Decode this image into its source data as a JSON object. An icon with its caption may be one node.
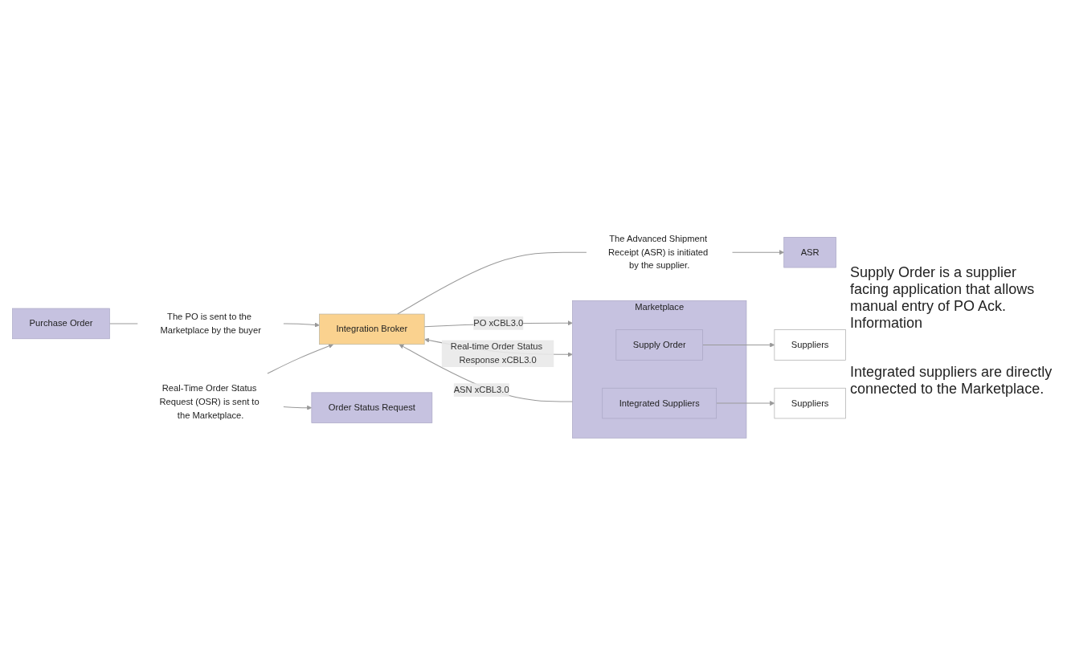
{
  "diagram": {
    "nodes": [
      {
        "text": [
          "Purchase Order"
        ]
      },
      {
        "text": [
          "The PO is sent to the Marketplace by the buyer"
        ]
      },
      {
        "text": [
          "Integration Broker"
        ]
      },
      {
        "text": [
          "Real-Time Order Status Request (OSR) is sent to the Marketplace."
        ]
      },
      {
        "text": [
          "Order Status Request"
        ]
      },
      {
        "text": [
          "ASR"
        ]
      },
      {
        "text": [
          "The Advanced Shipment Receipt (ASR) is initiated by the supplier."
        ]
      },
      {
        "text": [
          "Marketplace"
        ]
      },
      {
        "text": [
          "Supply Order"
        ],
        "in": 7
      },
      {
        "text": [
          "Integrated Suppliers"
        ],
        "in": 7
      },
      {
        "text": [
          "Suppliers"
        ]
      },
      {
        "text": [
          "Suppliers"
        ]
      }
    ],
    "edges": [
      {
        "from": 0,
        "to": 1,
        "arrow": "none"
      },
      {
        "from": 1,
        "to": 2,
        "arrow": "to"
      },
      {
        "from": 2,
        "to": 7,
        "arrow": "to",
        "label": "PO xCBL3.0"
      },
      {
        "from": 2,
        "to": 7,
        "arrow": "both",
        "label": "Real-time Order Status Response xCBL3.0"
      },
      {
        "from": 7,
        "to": 2,
        "arrow": "to",
        "label": "ASN xCBL3.0"
      },
      {
        "from": 3,
        "to": 2,
        "arrow": "to"
      },
      {
        "from": 3,
        "to": 4,
        "arrow": "to"
      },
      {
        "from": 2,
        "to": 6,
        "arrow": "none"
      },
      {
        "from": 6,
        "to": 5,
        "arrow": "to"
      },
      {
        "from": 8,
        "to": 10,
        "arrow": "to"
      },
      {
        "from": 9,
        "to": 11,
        "arrow": "to"
      }
    ],
    "labels": [
      "Supply Order is a supplier facing application that allows manual entry of PO Ack. Information",
      "Integrated suppliers are directly connected to the Marketplace."
    ]
  }
}
